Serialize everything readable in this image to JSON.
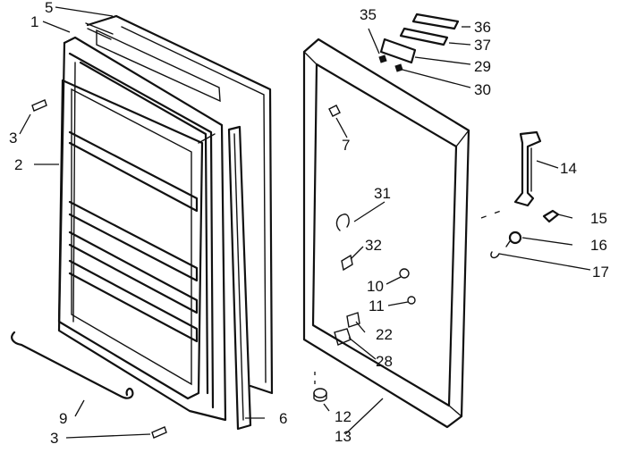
{
  "labels": {
    "p1": "1",
    "p2": "2",
    "p3a": "3",
    "p3b": "3",
    "p5": "5",
    "p6": "6",
    "p7": "7",
    "p9": "9",
    "p10": "10",
    "p11": "11",
    "p12": "12",
    "p13": "13",
    "p14": "14",
    "p15": "15",
    "p16": "16",
    "p17": "17",
    "p22": "22",
    "p28": "28",
    "p29": "29",
    "p30": "30",
    "p31": "31",
    "p32": "32",
    "p35": "35",
    "p36": "36",
    "p37": "37"
  }
}
